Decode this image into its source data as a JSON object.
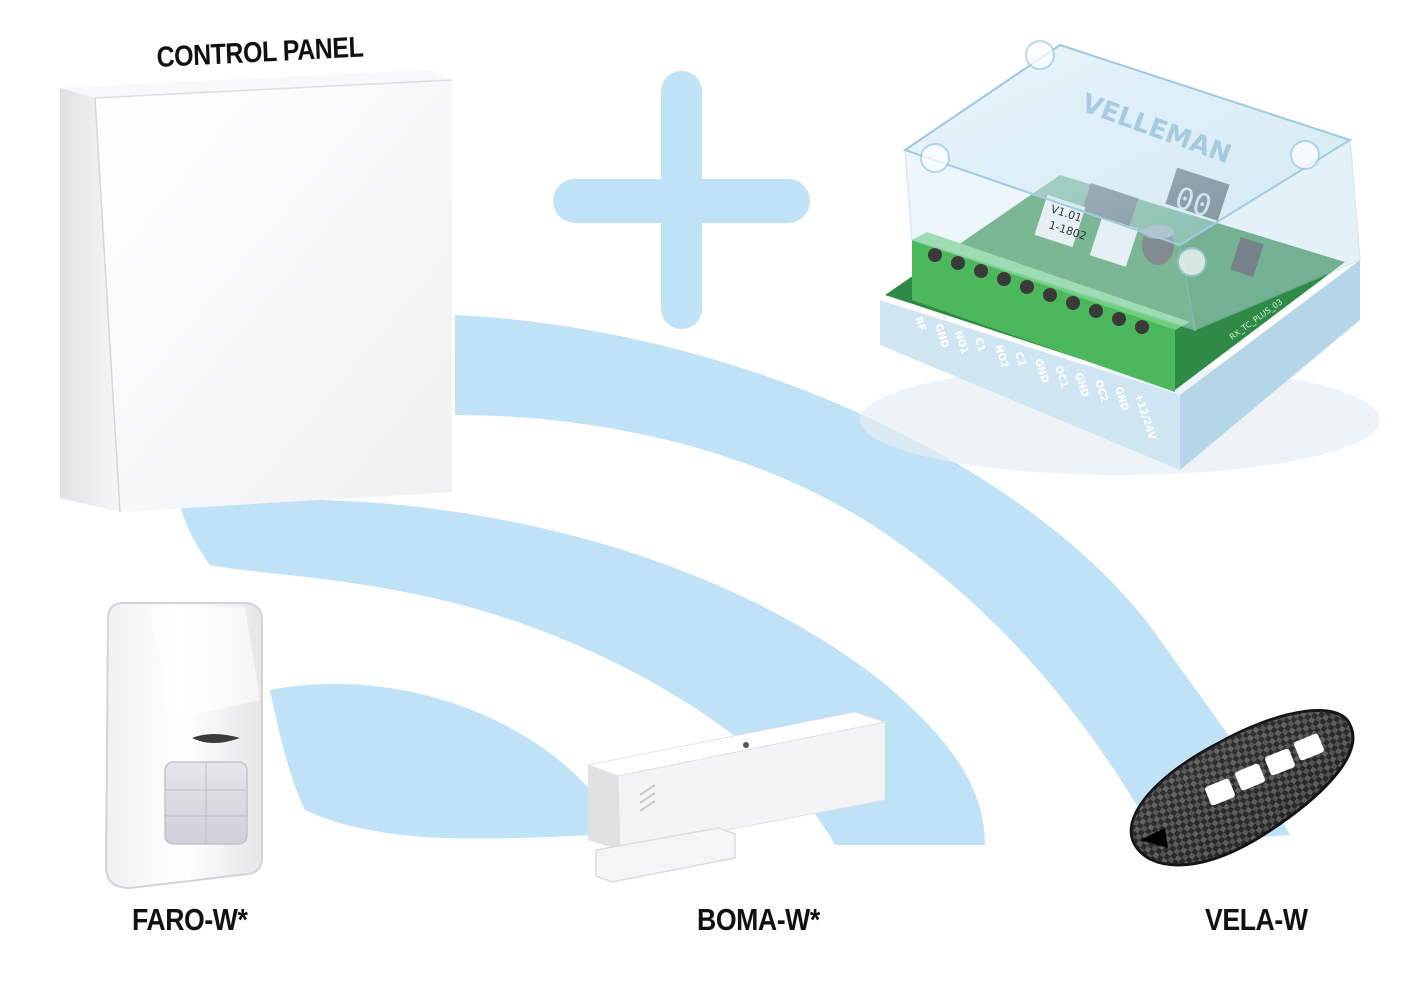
{
  "labels": {
    "control_panel": "CONTROL PANEL",
    "faro": "FARO-W*",
    "boma": "BOMA-W*",
    "vela": "VELA-W"
  },
  "receiver": {
    "brand": "VELLEMAN",
    "display": "00",
    "terminals": [
      "RF",
      "GND",
      "NO1",
      "C1",
      "NO2",
      "C2",
      "GND",
      "OC1",
      "GND",
      "OC2",
      "GND",
      "+12/24V"
    ],
    "board_text": [
      "V1.01",
      "1-1802",
      "RX_TC_PLUS_03"
    ]
  },
  "colors": {
    "signal_blue": "#bfe2f7",
    "plus_blue": "#bfe2f7",
    "pcb_green": "#2f8a45",
    "terminal_green": "#4cb85c",
    "label_black": "#111111"
  }
}
